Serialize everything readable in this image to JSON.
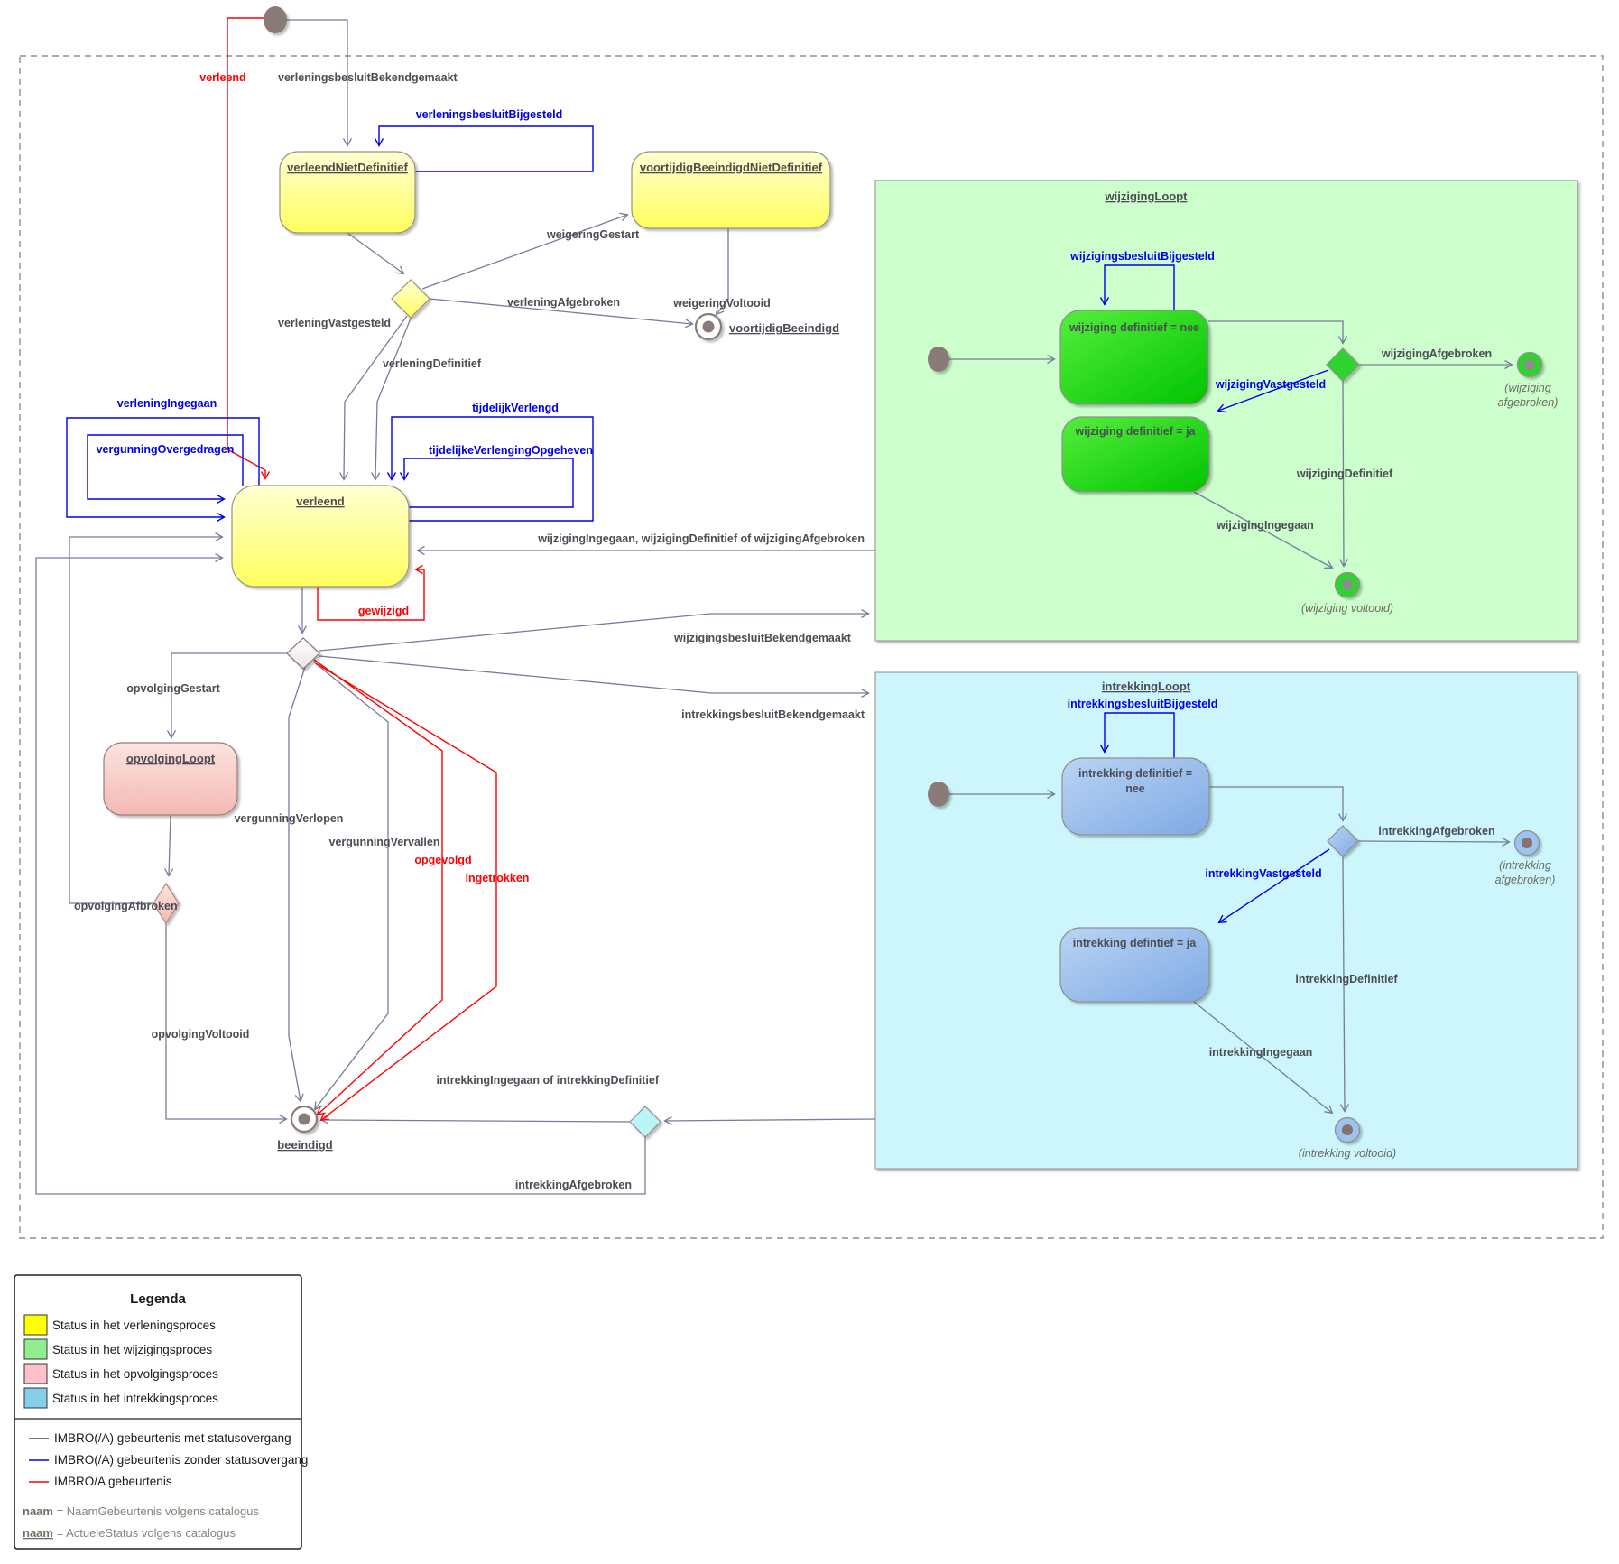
{
  "states": {
    "verleendNietDefinitief": "verleendNietDefinitief",
    "voortijdigBeeindigdNietDefinitief": "voortijdigBeeindigdNietDefinitief",
    "verleend": "verleend",
    "opvolgingLoopt": "opvolgingLoopt",
    "wijzigingLoopt": "wijzigingLoopt",
    "intrekkingLoopt": "intrekkingLoopt",
    "wijziging_nee": "wijziging definitief = nee",
    "wijziging_ja": "wijziging definitief = ja",
    "intrekking_nee_line1": "intrekking definitief =",
    "intrekking_nee_line2": "nee",
    "intrekking_ja": "intrekking defintief = ja",
    "voortijdigBeeindigd": "voortijdigBeeindigd",
    "beeindigd": "beeindigd"
  },
  "labels": {
    "verleend_event": "verleend",
    "verleningsbesluitBekendgemaakt": "verleningsbesluitBekendgemaakt",
    "verleningsbesluitBijgesteld": "verleningsbesluitBijgesteld",
    "weigeringGestart": "weigeringGestart",
    "verleningAfgebroken": "verleningAfgebroken",
    "weigeringVoltooid": "weigeringVoltooid",
    "verleningVastgesteld": "verleningVastgesteld",
    "verleningDefinitief": "verleningDefinitief",
    "verleningIngegaan": "verleningIngegaan",
    "vergunningOvergedragen": "vergunningOvergedragen",
    "tijdelijkVerlengd": "tijdelijkVerlengd",
    "tijdelijkeVerlengingOpgeheven": "tijdelijkeVerlengingOpgeheven",
    "gewijzigd": "gewijzigd",
    "wijziging_return": "wijzigingIngegaan, wijzigingDefinitief of wijzigingAfgebroken",
    "wijzigingsbesluitBekendgemaakt": "wijzigingsbesluitBekendgemaakt",
    "intrekkingsbesluitBekendgemaakt": "intrekkingsbesluitBekendgemaakt",
    "opvolgingGestart": "opvolgingGestart",
    "vergunningVerlopen": "vergunningVerlopen",
    "vergunningVervallen": "vergunningVervallen",
    "opgevolgd": "opgevolgd",
    "ingetrokken": "ingetrokken",
    "opvolgingAfbroken": "opvolgingAfbroken",
    "opvolgingVoltooid": "opvolgingVoltooid",
    "wijzigingsbesluitBijgesteld": "wijzigingsbesluitBijgesteld",
    "wijzigingVastgesteld": "wijzigingVastgesteld",
    "wijzigingAfgebroken": "wijzigingAfgebroken",
    "wijzigingDefinitief": "wijzigingDefinitief",
    "wijzigingIngegaan": "wijzigingIngegaan",
    "intrekkingsbesluitBijgesteld": "intrekkingsbesluitBijgesteld",
    "intrekkingVastgesteld": "intrekkingVastgesteld",
    "intrekkingAfgebroken": "intrekkingAfgebroken",
    "intrekkingDefinitief": "intrekkingDefinitief",
    "intrekkingIngegaan": "intrekkingIngegaan",
    "intrekking_return": "intrekkingIngegaan of intrekkingDefinitief",
    "intrekkingAfgebroken_return": "intrekkingAfgebroken"
  },
  "finals": {
    "wijziging_afgebroken_line1": "(wijziging",
    "wijziging_afgebroken_line2": "afgebroken)",
    "wijziging_voltooid": "(wijziging voltooid)",
    "intrekking_afgebroken_line1": "(intrekking",
    "intrekking_afgebroken_line2": "afgebroken)",
    "intrekking_voltooid": "(intrekking voltooid)"
  },
  "legend": {
    "title": "Legenda",
    "statuses": [
      {
        "label": "Status in het verleningsproces",
        "color": "#ffff00"
      },
      {
        "label": "Status in het wijzigingsproces",
        "color": "#90ee90"
      },
      {
        "label": "Status in het opvolgingsproces",
        "color": "#ffc0cb"
      },
      {
        "label": "Status in het intrekkingsproces",
        "color": "#87ceeb"
      }
    ],
    "lines": [
      {
        "label": "IMBRO(/A) gebeurtenis met statusovergang",
        "color": "#4a4a4a"
      },
      {
        "label": "IMBRO(/A) gebeurtenis zonder statusovergang",
        "color": "#0000e8"
      },
      {
        "label": "IMBRO/A gebeurtenis",
        "color": "#ff0000"
      }
    ],
    "notes": [
      {
        "term": "naam",
        "rest": " = NaamGebeurtenis volgens catalogus"
      },
      {
        "term": "naam",
        "rest": " = ActueleStatus volgens catalogus"
      }
    ]
  }
}
